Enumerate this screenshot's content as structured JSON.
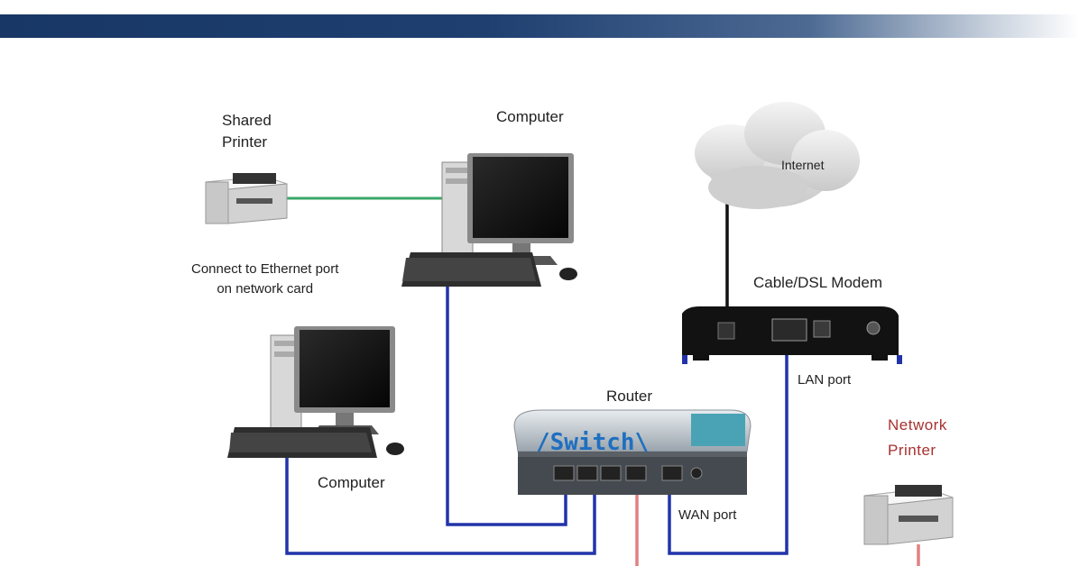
{
  "header": {
    "title": ""
  },
  "labels": {
    "shared_printer": "Shared\nPrinter",
    "computer_top": "Computer",
    "internet": "Internet",
    "connect_note": "Connect to Ethernet port\non network card",
    "modem": "Cable/DSL Modem",
    "lan_port": "LAN port",
    "router": "Router",
    "switch": "/Switch\\",
    "network_printer": "Network\nPrinter",
    "computer_bottom": "Computer",
    "wan_port": "WAN port"
  },
  "colors": {
    "header_dark": "#183766",
    "ethernet_cable": "#2233aa",
    "printer_cable": "#3aa86a",
    "network_printer_cable": "#e08080",
    "network_printer_label": "#a8312f",
    "switch_text": "#1f6fc0"
  },
  "icons": [
    "printer-icon",
    "desktop-computer-icon",
    "cloud-icon",
    "modem-icon",
    "router-icon"
  ]
}
